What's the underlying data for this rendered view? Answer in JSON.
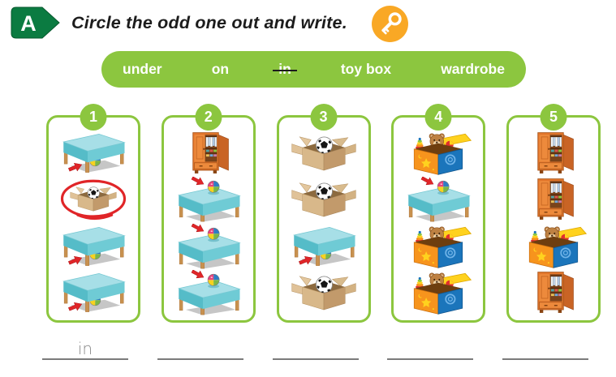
{
  "header": {
    "section_letter": "A",
    "title": "Circle the odd one out and write.",
    "key_icon": "answer-key-indicator"
  },
  "word_bank": {
    "words": [
      {
        "label": "under",
        "struck": false
      },
      {
        "label": "on",
        "struck": false
      },
      {
        "label": "in",
        "struck": true
      },
      {
        "label": "toy box",
        "struck": false
      },
      {
        "label": "wardrobe",
        "struck": false
      }
    ]
  },
  "columns": [
    {
      "number": "1",
      "images": [
        "ball-under-table",
        "ball-in-box-circled",
        "ball-under-table",
        "ball-under-table"
      ],
      "answer": "in"
    },
    {
      "number": "2",
      "images": [
        "wardrobe",
        "ball-on-table",
        "ball-on-table",
        "ball-on-table"
      ],
      "answer": ""
    },
    {
      "number": "3",
      "images": [
        "ball-in-box",
        "ball-in-box",
        "ball-under-table",
        "ball-in-box"
      ],
      "answer": ""
    },
    {
      "number": "4",
      "images": [
        "toy-box",
        "ball-on-table",
        "toy-box",
        "toy-box"
      ],
      "answer": ""
    },
    {
      "number": "5",
      "images": [
        "wardrobe",
        "wardrobe",
        "toy-box",
        "wardrobe"
      ],
      "answer": ""
    }
  ],
  "colors": {
    "green": "#8CC63F",
    "dark_green": "#0B7B41",
    "key_orange": "#F9A825",
    "red": "#E02528",
    "line_gray": "#7B7B7B",
    "text": "#1C1C1C"
  }
}
